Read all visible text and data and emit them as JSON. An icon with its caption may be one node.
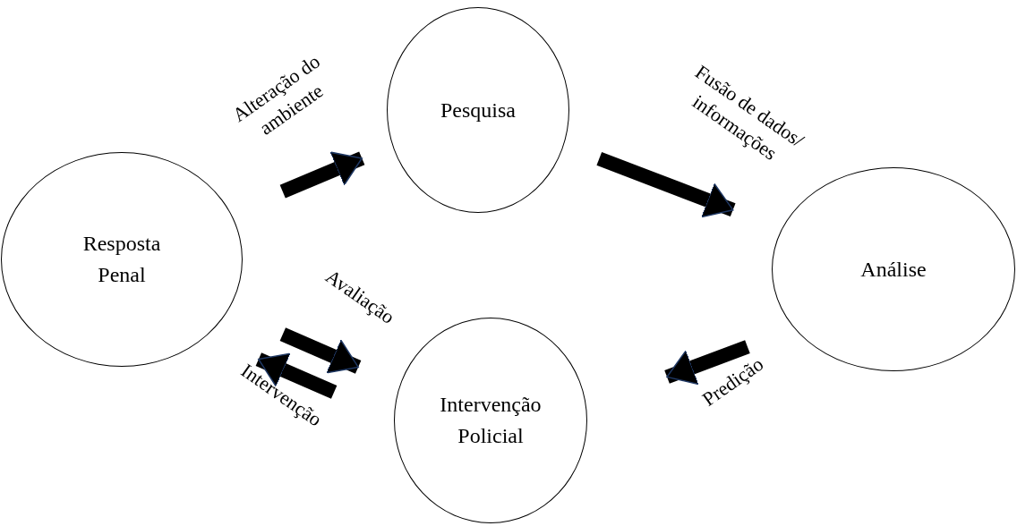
{
  "diagram": {
    "nodes": [
      {
        "text": [
          "Resposta Penal"
        ]
      },
      {
        "text": [
          "Pesquisa"
        ]
      },
      {
        "text": [
          "Análise"
        ]
      },
      {
        "text": [
          "Intervenção Policial"
        ]
      }
    ],
    "edges": [
      {
        "from": 0,
        "to": 1,
        "arrow": "to",
        "label": "Alteração do ambiente"
      },
      {
        "from": 1,
        "to": 2,
        "arrow": "to",
        "label": "Fusão de dados/ informações"
      },
      {
        "from": 2,
        "to": 3,
        "arrow": "to",
        "label": "Predição"
      },
      {
        "from": 0,
        "to": 3,
        "arrow": "to",
        "label": "Avaliação"
      },
      {
        "from": 3,
        "to": 0,
        "arrow": "to",
        "label": "Intervenção"
      }
    ]
  }
}
